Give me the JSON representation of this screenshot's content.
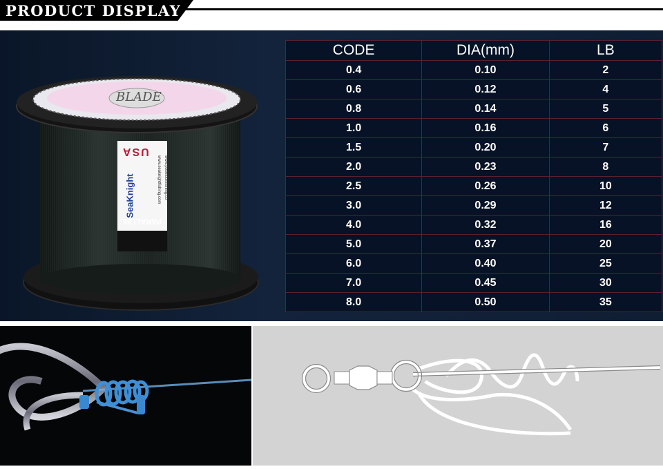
{
  "header": {
    "title": "PRODUCT DISPLAY"
  },
  "spool": {
    "label_brand": "SeaKnight",
    "label_country": "USA",
    "label_band": "PARALLEL",
    "label_web_1": "www.seaknightfishing.com",
    "label_web_2": "www.poseidonfishing.co",
    "flange_text": "BLADE"
  },
  "table": {
    "headers": [
      "CODE",
      "DIA(mm)",
      "LB"
    ],
    "rows": [
      [
        "0.4",
        "0.10",
        "2"
      ],
      [
        "0.6",
        "0.12",
        "4"
      ],
      [
        "0.8",
        "0.14",
        "5"
      ],
      [
        "1.0",
        "0.16",
        "6"
      ],
      [
        "1.5",
        "0.20",
        "7"
      ],
      [
        "2.0",
        "0.23",
        "8"
      ],
      [
        "2.5",
        "0.26",
        "10"
      ],
      [
        "3.0",
        "0.29",
        "12"
      ],
      [
        "4.0",
        "0.32",
        "16"
      ],
      [
        "5.0",
        "0.37",
        "20"
      ],
      [
        "6.0",
        "0.40",
        "25"
      ],
      [
        "7.0",
        "0.45",
        "30"
      ],
      [
        "8.0",
        "0.50",
        "35"
      ]
    ]
  },
  "colors": {
    "background_dark": "#0c1a2e",
    "line_blue": "#3f8fd6",
    "diagram_bg": "#d3d3d3"
  }
}
